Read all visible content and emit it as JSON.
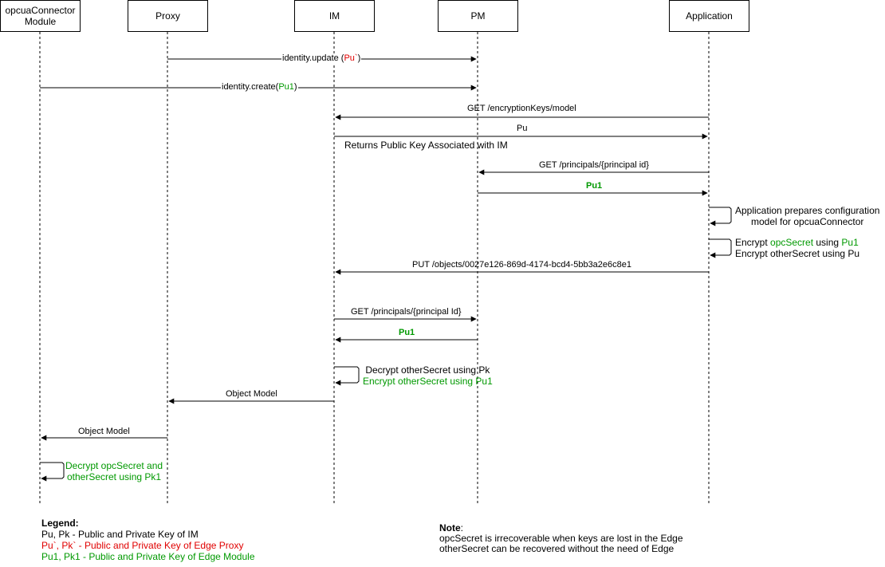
{
  "participants": {
    "opcua": "opcuaConnector Module",
    "proxy": "Proxy",
    "im": "IM",
    "pm": "PM",
    "app": "Application"
  },
  "messages": {
    "m1_pre": "identity.update (",
    "m1_key": "Pu`",
    "m1_post": ")",
    "m2_pre": "identity.create(",
    "m2_key": "Pu1",
    "m2_post": ")",
    "m3": "GET /encryptionKeys/model",
    "m4": "Pu",
    "m4_note": "Returns Public Key Associated with IM",
    "m5": "GET /principals/{principal id}",
    "m6": "Pu1",
    "self1_l1": "Application prepares configuration",
    "self1_l2": "model for opcuaConnector",
    "self2_l1_pre": "Encrypt ",
    "self2_l1_a": "opcSecret",
    "self2_l1_mid": " using ",
    "self2_l1_b": "Pu1",
    "self2_l2": "Encrypt otherSecret using Pu",
    "m7": "PUT /objects/0027e126-869d-4174-bcd4-5bb3a2e6c8e1",
    "m8": "GET /principals/{principal Id}",
    "m9": "Pu1",
    "self3_l1": "Decrypt otherSecret using Pk",
    "self3_l2": "Encrypt otherSecret using Pu1",
    "m10": "Object Model",
    "m11": "Object Model",
    "self4_l1": "Decrypt opcSecret and",
    "self4_l2": "otherSecret using Pk1"
  },
  "legend": {
    "title": "Legend:",
    "line1": "Pu, Pk - Public and Private Key of IM",
    "line2": "Pu`, Pk` - Public and Private Key of Edge Proxy",
    "line3": "Pu1, Pk1 - Public and Private Key of Edge Module"
  },
  "note": {
    "title": "Note",
    "colon": ":",
    "line1": "opcSecret is irrecoverable when keys are lost in the Edge",
    "line2": "otherSecret can be recovered without the need of Edge"
  },
  "colors": {
    "green": "#009900",
    "red": "#e00000"
  }
}
